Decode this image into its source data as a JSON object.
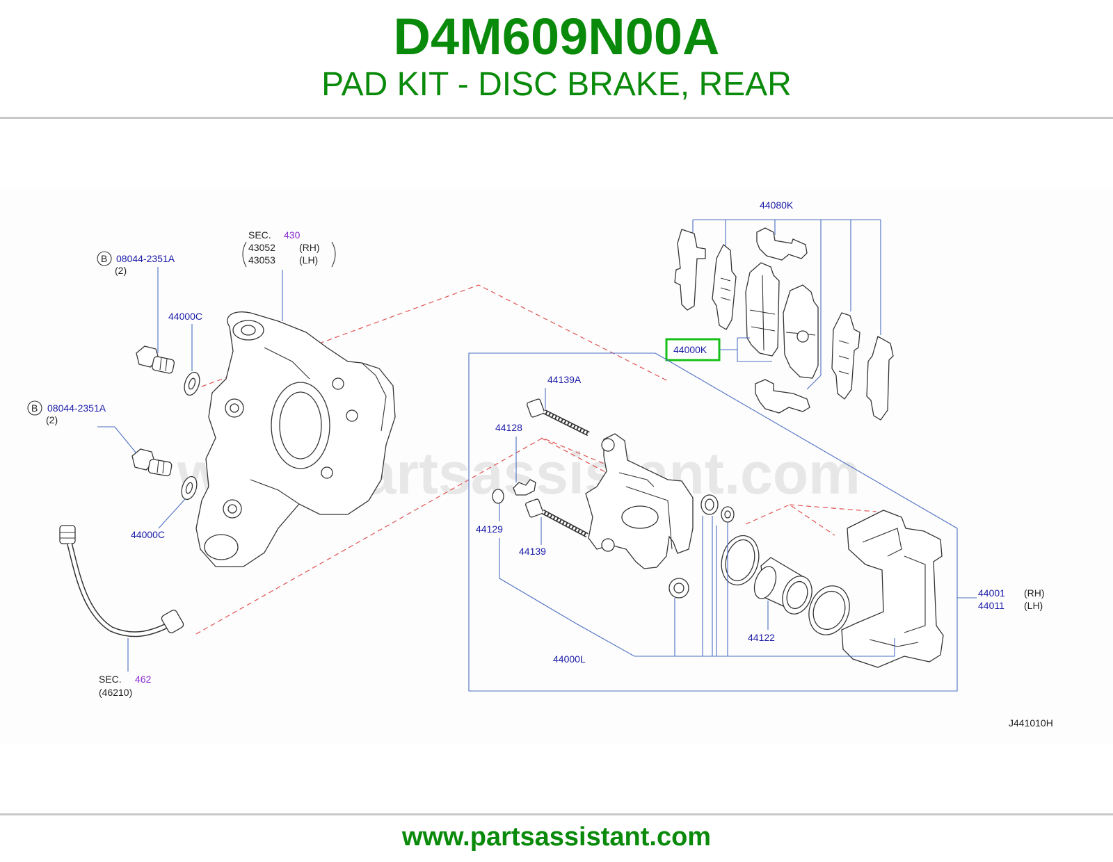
{
  "header": {
    "part_number": "D4M609N00A",
    "description": "PAD KIT - DISC BRAKE, REAR"
  },
  "diagram": {
    "watermark": "www.partsassistant.com",
    "code": "J441010H",
    "sec_430": {
      "sec": "SEC.",
      "num": "430",
      "p1": "43052",
      "p1_side": "(RH)",
      "p2": "43053",
      "p2_side": "(LH)"
    },
    "sec_462": {
      "sec": "SEC.",
      "num": "462",
      "sub": "(46210)"
    },
    "bolt_top": {
      "marker": "B",
      "part": "08044-2351A",
      "qty": "(2)"
    },
    "bolt_bottom": {
      "marker": "B",
      "part": "08044-2351A",
      "qty": "(2)"
    },
    "labels": {
      "washer_top": "44000C",
      "washer_bottom": "44000C",
      "shim_kit": "44080K",
      "pad_kit": "44000K",
      "pin_a": "44139A",
      "bleeder": "44128",
      "cap": "44129",
      "pin": "44139",
      "piston": "44122",
      "seal_kit": "44000L",
      "caliper_rh": "44001",
      "caliper_rh_side": "(RH)",
      "caliper_lh": "44011",
      "caliper_lh_side": "(LH)"
    },
    "highlight_color": "#16c016"
  },
  "footer": {
    "url": "www.partsassistant.com"
  }
}
